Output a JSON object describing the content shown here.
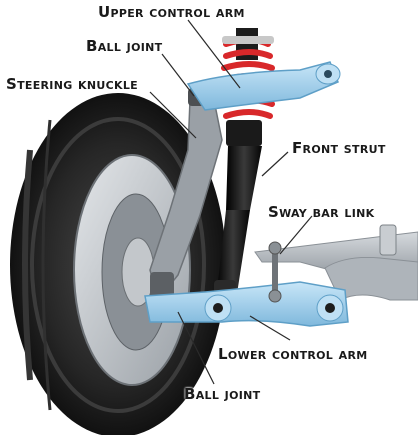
{
  "labels": {
    "upper_control_arm": "Upper control arm",
    "ball_joint_top": "Ball joint",
    "steering_knuckle": "Steering knuckle",
    "front_strut": "Front strut",
    "sway_bar_link": "Sway bar link",
    "lower_control_arm": "Lower control arm",
    "ball_joint_bottom": "Ball joint"
  },
  "icons": {
    "tire": "tire-icon",
    "coil_spring": "coil-spring-icon",
    "strut": "strut-icon",
    "control_arm": "control-arm-icon"
  },
  "colors": {
    "arm_blue": "#9fd0ee",
    "arm_dark": "#5e9fc7",
    "spring_red": "#d8282a",
    "tire_black": "#1f1f1f",
    "strut_black": "#151515",
    "subframe_grey": "#b8bdc2",
    "leader_line": "#2a2a2a"
  }
}
